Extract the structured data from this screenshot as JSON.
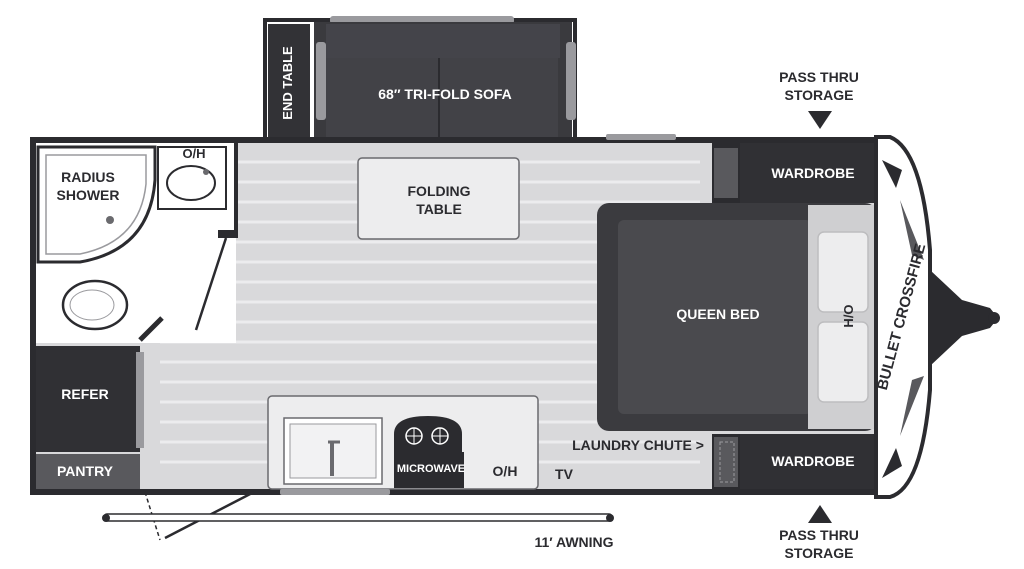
{
  "labels": {
    "sofa": "68″ TRI-FOLD SOFA",
    "end_table": "END TABLE",
    "pass_thru_top_line1": "PASS THRU",
    "pass_thru_top_line2": "STORAGE",
    "pass_thru_bottom_line1": "PASS THRU",
    "pass_thru_bottom_line2": "STORAGE",
    "radius_shower_line1": "RADIUS",
    "radius_shower_line2": "SHOWER",
    "bath_oh": "O/H",
    "folding_table_line1": "FOLDING",
    "folding_table_line2": "TABLE",
    "wardrobe_top": "WARDROBE",
    "wardrobe_bottom": "WARDROBE",
    "queen_bed": "QUEEN BED",
    "bed_oh": "H/O",
    "refer": "REFER",
    "pantry": "PANTRY",
    "laundry_chute": "LAUNDRY CHUTE >",
    "microwave": "MICROWAVE",
    "kitchen_oh": "O/H",
    "tv": "TV",
    "awning": "11′ AWNING",
    "logo": "BULLET CROSSFIRE"
  },
  "colors": {
    "wall": "#2b2b2f",
    "dark_furniture": "#3a3a3e",
    "floor": "#d9d9db",
    "floor_plank": "#ececee",
    "light_furniture": "#ededee",
    "bed_frame": "#3b3b3f",
    "bed_mattress": "#4a4a4e",
    "bed_headboard": "#dcdcdd",
    "white": "#ffffff"
  }
}
